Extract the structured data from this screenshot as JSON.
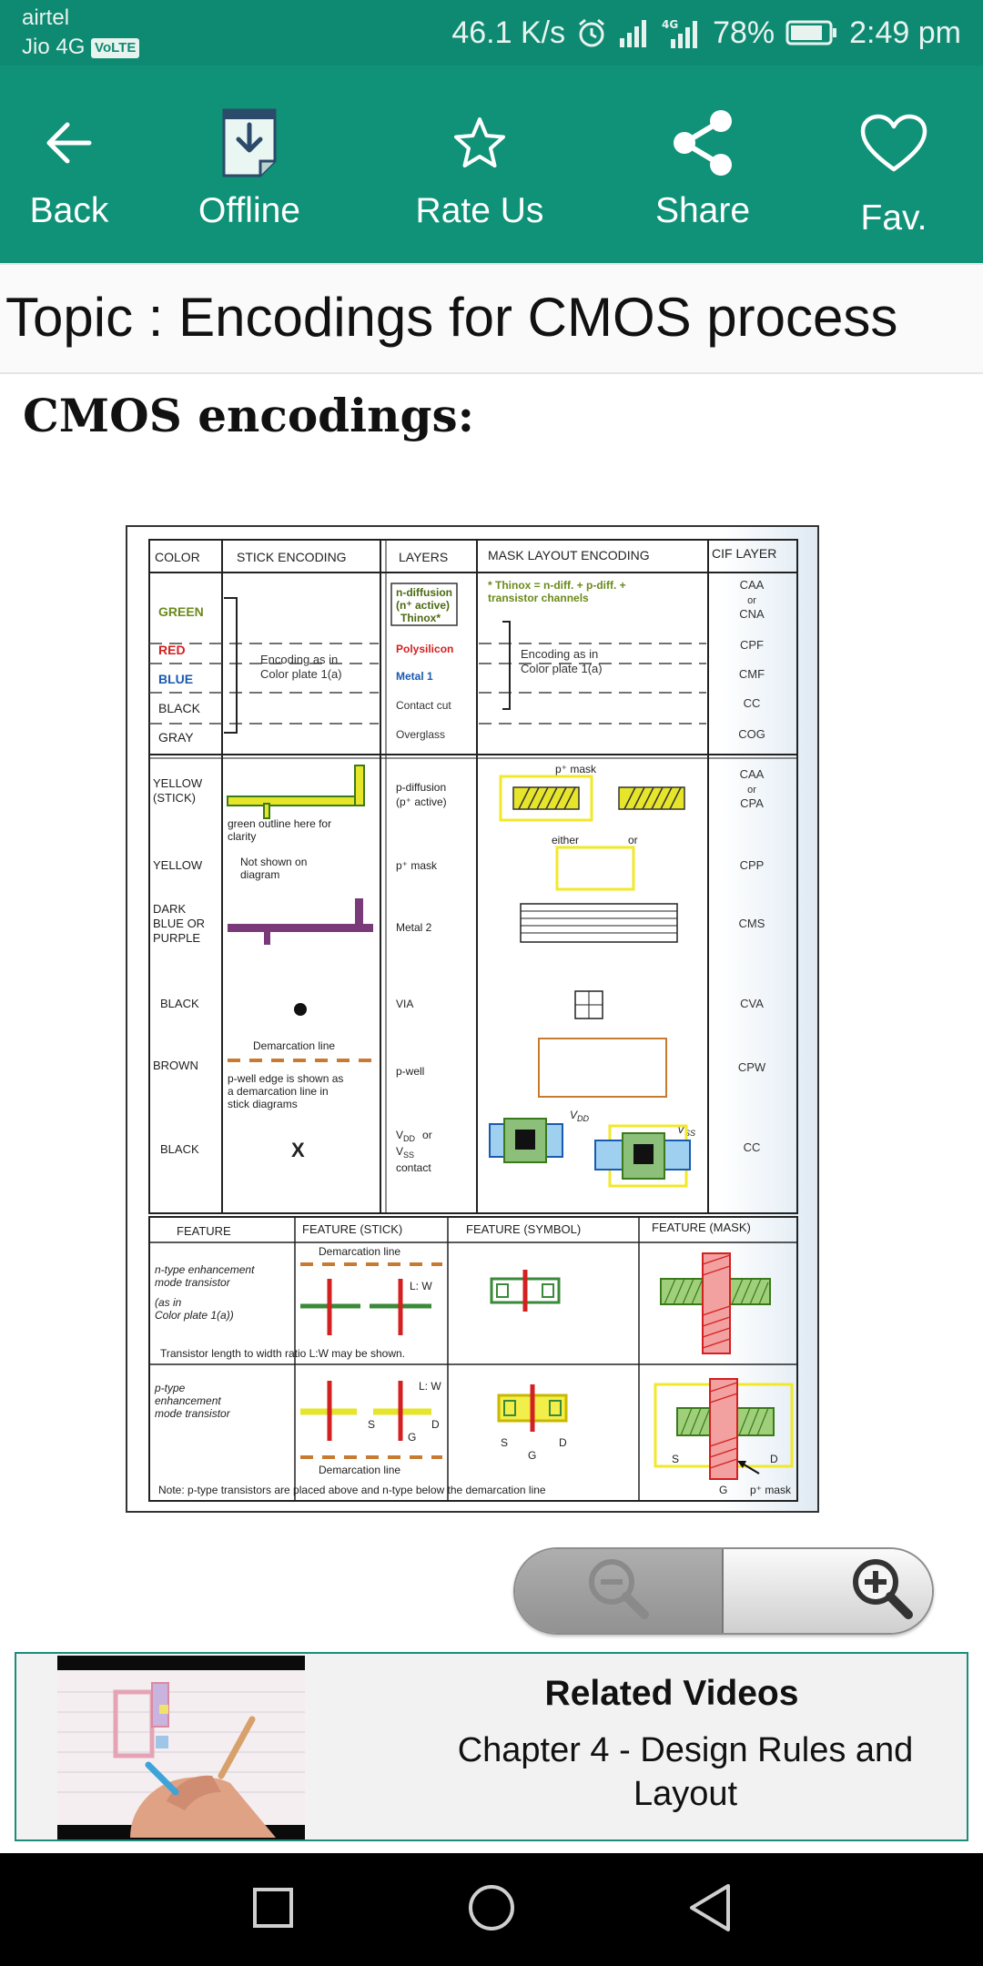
{
  "status_bar": {
    "carrier_primary": "airtel",
    "carrier_secondary": "Jio 4G",
    "volte_badge": "VoLTE",
    "network_speed": "46.1 K/s",
    "battery_percent": "78%",
    "time": "2:49 pm",
    "icons": [
      "alarm-icon",
      "signal-icon",
      "4g-signal-icon",
      "battery-icon"
    ]
  },
  "toolbar": {
    "back_label": "Back",
    "offline_label": "Offline",
    "rate_label": "Rate Us",
    "share_label": "Share",
    "fav_label": "Fav."
  },
  "topic": {
    "title": "Topic : Encodings for CMOS process"
  },
  "content": {
    "heading": "CMOS encodings:"
  },
  "figure": {
    "headers": [
      "COLOR",
      "STICK ENCODING",
      "LAYERS",
      "MASK LAYOUT ENCODING",
      "CIF LAYER"
    ],
    "colors": [
      "GREEN",
      "RED",
      "BLUE",
      "BLACK",
      "GRAY"
    ],
    "stick_note_1": "Encoding as in",
    "stick_note_2": "Color plate 1(a)",
    "layers": [
      "n-diffusion",
      "(n⁺ active)",
      "Thinox*",
      "Polysilicon",
      "Metal 1",
      "Contact cut",
      "Overglass"
    ],
    "mask_note_1": "* Thinox = n-diff. + p-diff. +",
    "mask_note_2": "transistor channels",
    "mask_note_3": "Encoding as in",
    "mask_note_4": "Color plate 1(a)",
    "cif_top": [
      "CAA",
      "or",
      "CNA",
      "CPF",
      "CMF",
      "CC",
      "COG"
    ],
    "row_yellow_stick": {
      "color_1": "YELLOW",
      "color_2": "(STICK)",
      "stick_1": "green outline here for",
      "stick_2": "clarity",
      "layer_1": "p-diffusion",
      "layer_2": "(p⁺ active)",
      "mask_label": "p⁺ mask",
      "cif_1": "CAA",
      "cif_2": "or",
      "cif_3": "CPA"
    },
    "row_yellow": {
      "color": "YELLOW",
      "stick_1": "Not shown on",
      "stick_2": "diagram",
      "layer": "p⁺ mask",
      "mask_1": "either",
      "mask_2": "or",
      "cif": "CPP"
    },
    "row_metal2": {
      "color_1": "DARK",
      "color_2": "BLUE OR",
      "color_3": "PURPLE",
      "layer": "Metal 2",
      "cif": "CMS"
    },
    "row_via": {
      "color": "BLACK",
      "layer": "VIA",
      "cif": "CVA"
    },
    "row_pwell": {
      "color": "BROWN",
      "stick_1": "Demarcation line",
      "stick_2": "p-well edge is shown as",
      "stick_3": "a demarcation line in",
      "stick_4": "stick diagrams",
      "layer": "p-well",
      "cif": "CPW"
    },
    "row_contact": {
      "color": "BLACK",
      "stick": "X",
      "layer_1": "V",
      "layer_1_sub": "DD",
      "layer_1_tail": "or",
      "layer_2": "V",
      "layer_2_sub": "SS",
      "layer_3": "contact",
      "vdd": "V",
      "vdd_sub": "DD",
      "vss": "V",
      "vss_sub": "SS",
      "cif": "CC"
    },
    "feature_headers": [
      "FEATURE",
      "FEATURE (STICK)",
      "FEATURE (SYMBOL)",
      "FEATURE (MASK)"
    ],
    "ntype": {
      "label_1": "n-type enhancement",
      "label_2": "mode transistor",
      "label_3": "(as in",
      "label_4": "Color plate 1(a))",
      "demarcation": "Demarcation line",
      "lw": "L: W",
      "note": "Transistor length to width ratio L:W  may  be shown."
    },
    "ptype": {
      "label_1": "p-type",
      "label_2": "enhancement",
      "label_3": "mode transistor",
      "lw": "L: W",
      "s": "S",
      "g": "G",
      "d": "D",
      "demarcation": "Demarcation line",
      "pmask": "p⁺ mask",
      "note": "Note: p-type transistors are placed above and n-type  below the demarcation line"
    }
  },
  "zoom": {
    "icons": [
      "zoom-out-icon",
      "zoom-in-icon"
    ]
  },
  "related": {
    "title": "Related Videos",
    "subtitle": "Chapter 4 - Design Rules and Layout"
  },
  "nav": {
    "icons": [
      "recents-square-icon",
      "home-circle-icon",
      "back-triangle-icon"
    ]
  },
  "colors": {
    "toolbar": "#0f9277",
    "status_bar": "#0f8a72",
    "card_border": "#1d8c7a"
  }
}
